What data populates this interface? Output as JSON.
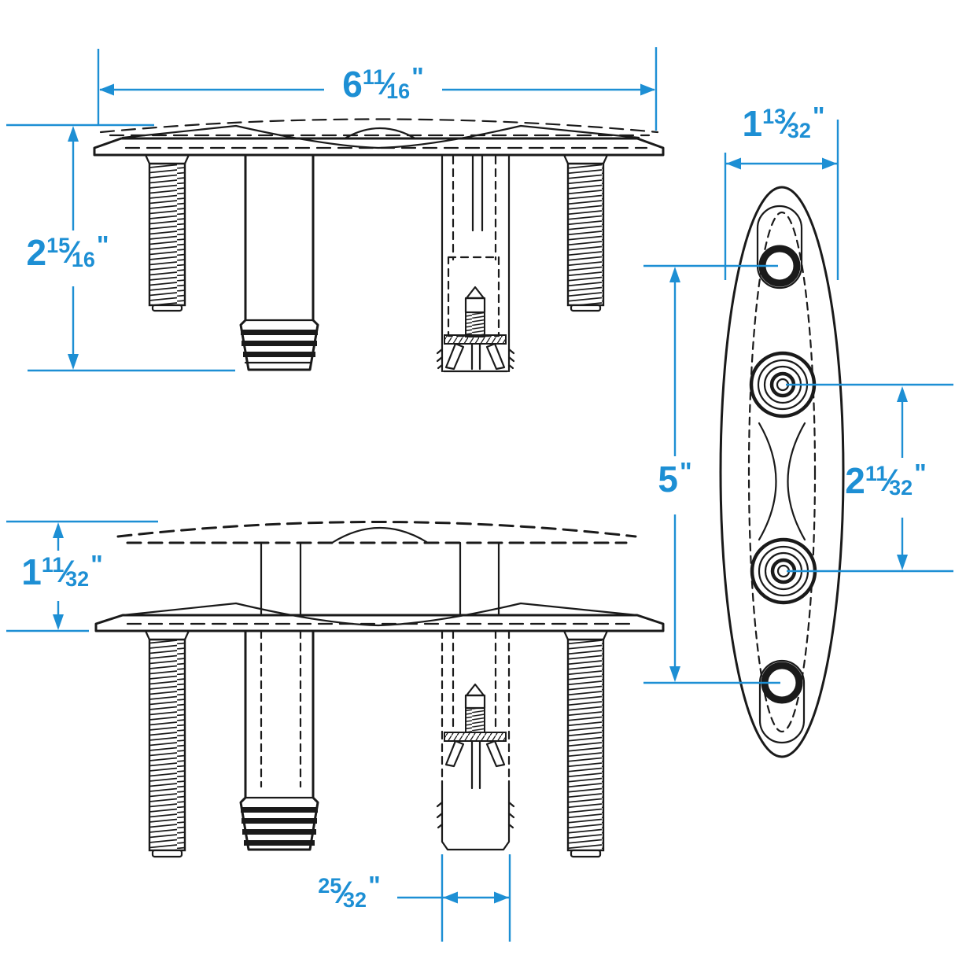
{
  "drawing": {
    "description": "flush-mount pop-up boat cleat, three-view dimensioned line drawing",
    "colors": {
      "dimension_accent": "#1d8fd4",
      "line": "#1a1a1a",
      "background": "#ffffff"
    },
    "dimensions": {
      "overall_width": {
        "label": "6 11/16\"",
        "whole": "6",
        "num": "11",
        "slash": "⁄",
        "den": "16",
        "unit": "\""
      },
      "overall_height": {
        "label": "2 15/16\"",
        "whole": "2",
        "num": "15",
        "slash": "⁄",
        "den": "16",
        "unit": "\""
      },
      "top_view_width": {
        "label": "1 13/32\"",
        "whole": "1",
        "num": "13",
        "slash": "⁄",
        "den": "32",
        "unit": "\""
      },
      "hole_span_outer": {
        "label": "5\"",
        "whole": "5",
        "unit": "\""
      },
      "hole_span_inner": {
        "label": "2 11/32\"",
        "whole": "2",
        "num": "11",
        "slash": "⁄",
        "den": "32",
        "unit": "\""
      },
      "popup_height": {
        "label": "1 11/32\"",
        "whole": "1",
        "num": "11",
        "slash": "⁄",
        "den": "32",
        "unit": "\""
      },
      "anchor_width": {
        "label": "25/32\"",
        "whole": "",
        "num": "25",
        "slash": "⁄",
        "den": "32",
        "unit": "\""
      }
    }
  }
}
